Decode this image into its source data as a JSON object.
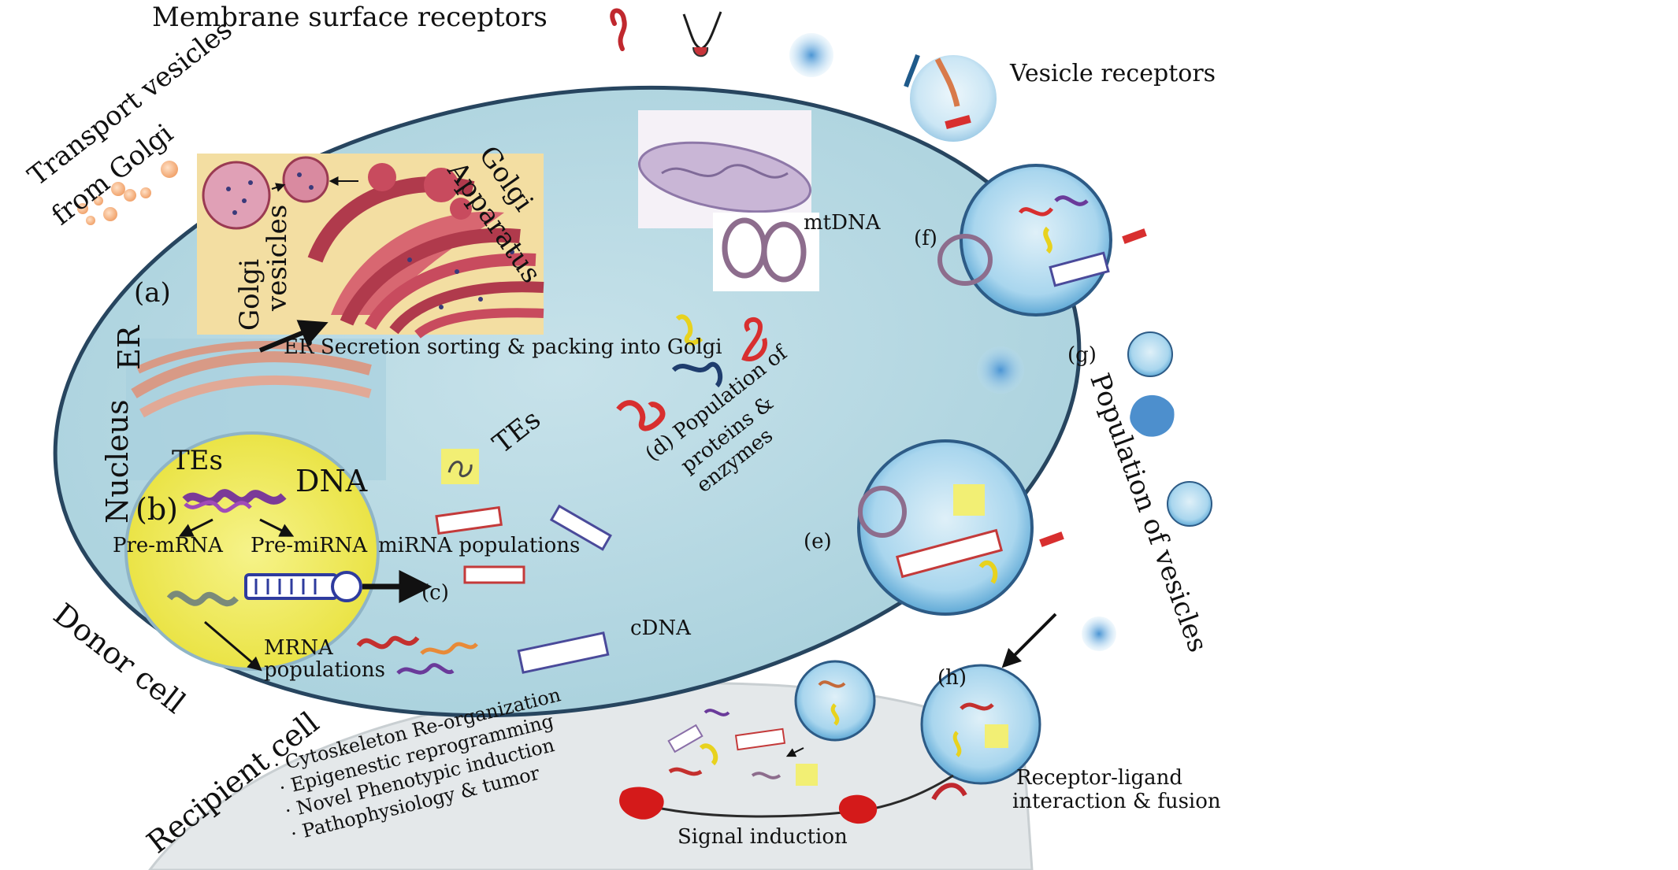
{
  "labels": {
    "membrane_surface_receptors": "Membrane surface receptors",
    "transport_vesicles_line1": "Transport vesicles",
    "transport_vesicles_line2": "from Golgi",
    "golgi_apparatus_line1": "Golgi",
    "golgi_apparatus_line2": "Apparatus",
    "golgi_vesicles_line1": "Golgi",
    "golgi_vesicles_line2": "vesicles",
    "panel_a": "(a)",
    "panel_b": "(b)",
    "panel_c": "(c)",
    "panel_d": "(d) Population of",
    "panel_d_line2": "proteins &",
    "panel_d_line3": "enzymes",
    "panel_e": "(e)",
    "panel_f": "(f)",
    "panel_g": "(g)",
    "panel_h": "(h)",
    "er": "ER",
    "er_secretion": "ER Secretion sorting & packing into Golgi",
    "nucleus": "Nucleus",
    "tes_nucleus": "TEs",
    "tes_cytoplasm": "TEs",
    "dna": "DNA",
    "pre_mrna": "Pre-mRNA",
    "pre_mirna": "Pre-miRNA",
    "mirna_populations": "miRNA populations",
    "mrna_populations_line1": "MRNA",
    "mrna_populations_line2": "populations",
    "cdna": "cDNA",
    "mtdna": "mtDNA",
    "vesicle_receptors": "Vesicle receptors",
    "population_of_vesicles": "Population of vesicles",
    "donor_cell": "Donor cell",
    "recipient_cell": "Recipient cell",
    "signal_induction": "Signal induction",
    "receptor_ligand_line1": "Receptor-ligand",
    "receptor_ligand_line2": "interaction & fusion"
  },
  "effects": [
    "Cytoskeleton Re-organization",
    "Epigenestic reprogramming",
    "Novel Phenotypic induction",
    "Pathophysiology & tumor"
  ],
  "colors": {
    "cell_fill": "#b9dbe4",
    "cell_stroke": "#2b4f6a",
    "golgi_panel": "#f0dca0",
    "golgi_red": "#c5455a",
    "nucleus_yellow": "#f1ee5a",
    "vesicle_blue": "#9fd1ec",
    "recipient_fill": "#e6eaec"
  }
}
